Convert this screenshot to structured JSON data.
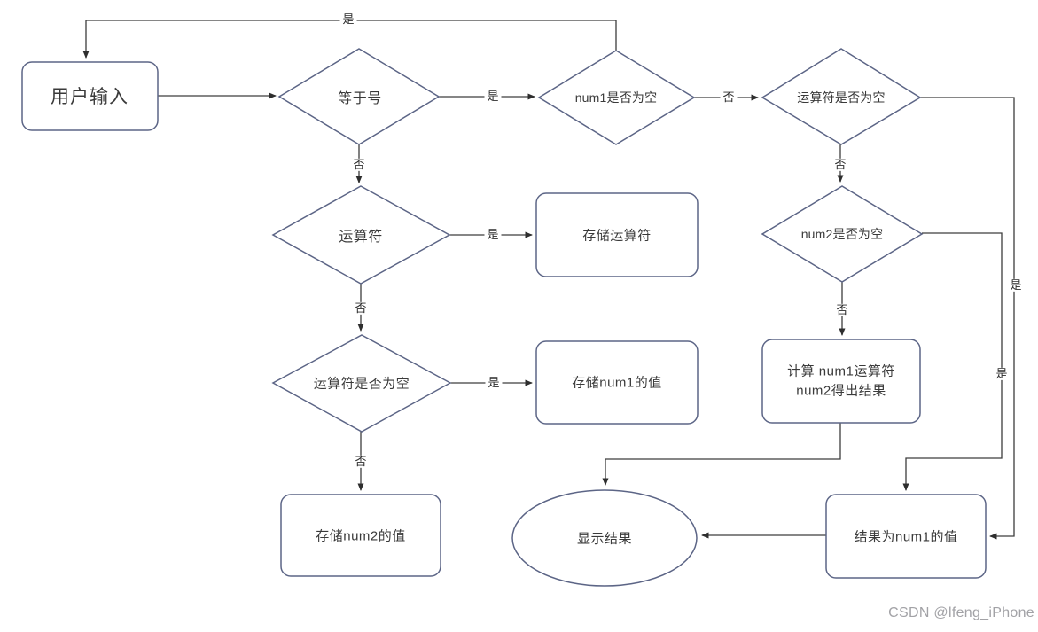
{
  "diagram": {
    "nodes": {
      "user_input": {
        "label": "用户输入",
        "shape": "rounded-rect"
      },
      "equals_sign": {
        "label": "等于号",
        "shape": "diamond"
      },
      "num1_empty": {
        "label": "num1是否为空",
        "shape": "diamond"
      },
      "op_empty_top": {
        "label": "运算符是否为空",
        "shape": "diamond"
      },
      "operator": {
        "label": "运算符",
        "shape": "diamond"
      },
      "store_operator": {
        "label": "存储运算符",
        "shape": "rounded-rect"
      },
      "op_empty_left": {
        "label": "运算符是否为空",
        "shape": "diamond"
      },
      "store_num1": {
        "label": "存储num1的值",
        "shape": "rounded-rect"
      },
      "num2_empty": {
        "label": "num2是否为空",
        "shape": "diamond"
      },
      "calc_result": {
        "line1": "计算 num1运算符",
        "line2": "num2得出结果",
        "shape": "rounded-rect"
      },
      "store_num2": {
        "label": "存储num2的值",
        "shape": "rounded-rect"
      },
      "show_result": {
        "label": "显示结果",
        "shape": "ellipse"
      },
      "result_is_num1": {
        "label": "结果为num1的值",
        "shape": "rounded-rect"
      }
    },
    "edge_labels": {
      "num1_to_input_yes": "是",
      "equals_to_num1_yes": "是",
      "num1_to_opempty_no": "否",
      "equals_to_operator_no": "否",
      "operator_to_store_yes": "是",
      "operator_to_opempty_no": "否",
      "opempty_to_num1val_yes": "是",
      "opempty_to_num2val_no": "否",
      "opemptytop_to_num2_no": "否",
      "opemptytop_to_result_yes": "是",
      "num2_to_calc_no": "否",
      "num2_to_result_yes": "是"
    },
    "colors": {
      "shape_stroke": "#5c6586",
      "connector": "#3d3d3d",
      "text": "#3a3a3a",
      "watermark": "#a2a2a6"
    },
    "watermark": "CSDN @lfeng_iPhone"
  }
}
